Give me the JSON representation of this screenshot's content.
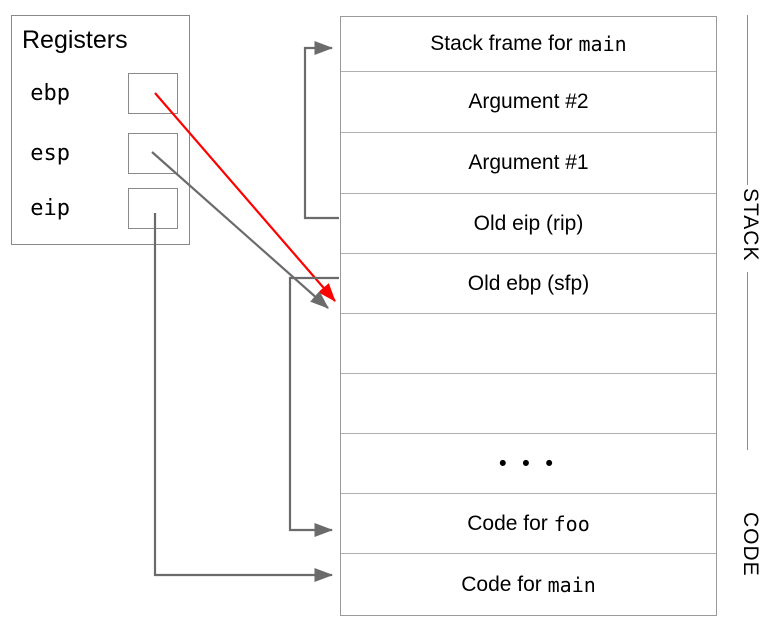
{
  "registers": {
    "title": "Registers",
    "items": [
      {
        "name": "ebp",
        "value": ""
      },
      {
        "name": "esp",
        "value": ""
      },
      {
        "name": "eip",
        "value": ""
      }
    ]
  },
  "memory": {
    "rows": [
      {
        "id": "stack-frame-main",
        "text_prefix": "Stack frame for ",
        "text_mono": "main",
        "text_suffix": ""
      },
      {
        "id": "argument-2",
        "text_prefix": "Argument #2",
        "text_mono": "",
        "text_suffix": ""
      },
      {
        "id": "argument-1",
        "text_prefix": "Argument #1",
        "text_mono": "",
        "text_suffix": ""
      },
      {
        "id": "old-eip-rip",
        "text_prefix": "Old eip (rip)",
        "text_mono": "",
        "text_suffix": ""
      },
      {
        "id": "old-ebp-sfp",
        "text_prefix": "Old ebp (sfp)",
        "text_mono": "",
        "text_suffix": ""
      },
      {
        "id": "empty-1",
        "text_prefix": "",
        "text_mono": "",
        "text_suffix": ""
      },
      {
        "id": "empty-2",
        "text_prefix": "",
        "text_mono": "",
        "text_suffix": ""
      },
      {
        "id": "ellipsis",
        "text_prefix": "",
        "text_mono": "",
        "text_suffix": "",
        "dots": "• • •"
      },
      {
        "id": "code-for-foo",
        "text_prefix": "Code for ",
        "text_mono": "foo",
        "text_suffix": ""
      },
      {
        "id": "code-for-main",
        "text_prefix": "Code for ",
        "text_mono": "main",
        "text_suffix": ""
      }
    ]
  },
  "regions": {
    "stack_label": "STACK",
    "code_label": "CODE"
  },
  "colors": {
    "ebp_pointer": "#ff0000",
    "esp_pointer": "#666666",
    "eip_pointer": "#666666",
    "box_border": "#8a8a8a",
    "table_border": "#9a9a9a",
    "row_divider": "#b0b0b0",
    "text": "#000000"
  }
}
